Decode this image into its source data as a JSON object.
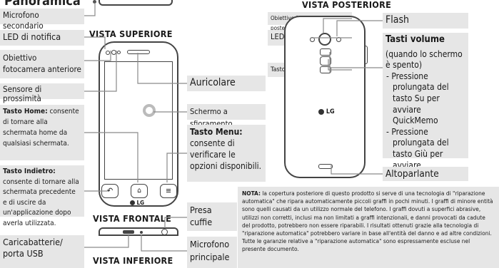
{
  "page_title_fragment": "Panoramica",
  "left": {
    "mic_secondary": "Microfono secondario",
    "led_notify": "LED di notifica",
    "front_camera": "Obiettivo fotocamera anteriore",
    "proximity": "Sensore di prossimità",
    "home_key_title": "Tasto Home:",
    "home_key_desc": "consente di tornare alla schermata home da qualsiasi schermata.",
    "back_key_title": "Tasto Indietro:",
    "back_key_desc": "consente di tornare alla schermata precedente e di uscire da un'applicazione dopo averla utilizzata.",
    "charger": "Caricabatterie/ porta USB"
  },
  "center": {
    "top_view": "VISTA SUPERIORE",
    "front_view": "VISTA FRONTALE",
    "bottom_view": "VISTA INFERIORE",
    "earpiece": "Auricolare",
    "touchscreen": "Schermo a sfioramento",
    "menu_key_title": "Tasto Menu:",
    "menu_key_desc": "consente di verificare le opzioni disponibili.",
    "headset": "Presa cuffie",
    "main_mic": "Microfono principale",
    "logo": "LG"
  },
  "rear": {
    "rear_view": "VISTA POSTERIORE",
    "rear_camera": "Obiettivo fotocamera posteriore",
    "ir_led": "LED IR (a infrarossi)",
    "power_key": "Tasto di accensione/blocco",
    "flash": "Flash",
    "volume_title": "Tasti volume",
    "volume_sub": "(quando lo schermo è spento)",
    "volume_items": [
      "- Pressione prolungata del tasto Su per avviare QuickMemo",
      "- Pressione prolungata del tasto Giù per avviare Fotocamera"
    ],
    "speaker": "Altoparlante",
    "logo": "LG"
  },
  "note": {
    "label": "NOTA:",
    "text": "la copertura posteriore di questo prodotto si serve di una tecnologia di \"riparazione automatica\" che ripara automaticamente piccoli graffi in pochi minuti. I graffi di minore entità sono quelli causati da un utilizzo normale del telefono. I graffi dovuti a superfici abrasive, utilizzi non corretti, inclusi ma non limitati a graffi intenzionali, e danni provocati da cadute del prodotto, potrebbero non essere riparabili. I risultati ottenuti grazie alla tecnologia di \"riparazione automatica\" potrebbero variare in base all'entità del danno e ad altre condizioni. Tutte le garanzie relative a \"riparazione automatica\" sono espressamente escluse nel presente documento."
  }
}
